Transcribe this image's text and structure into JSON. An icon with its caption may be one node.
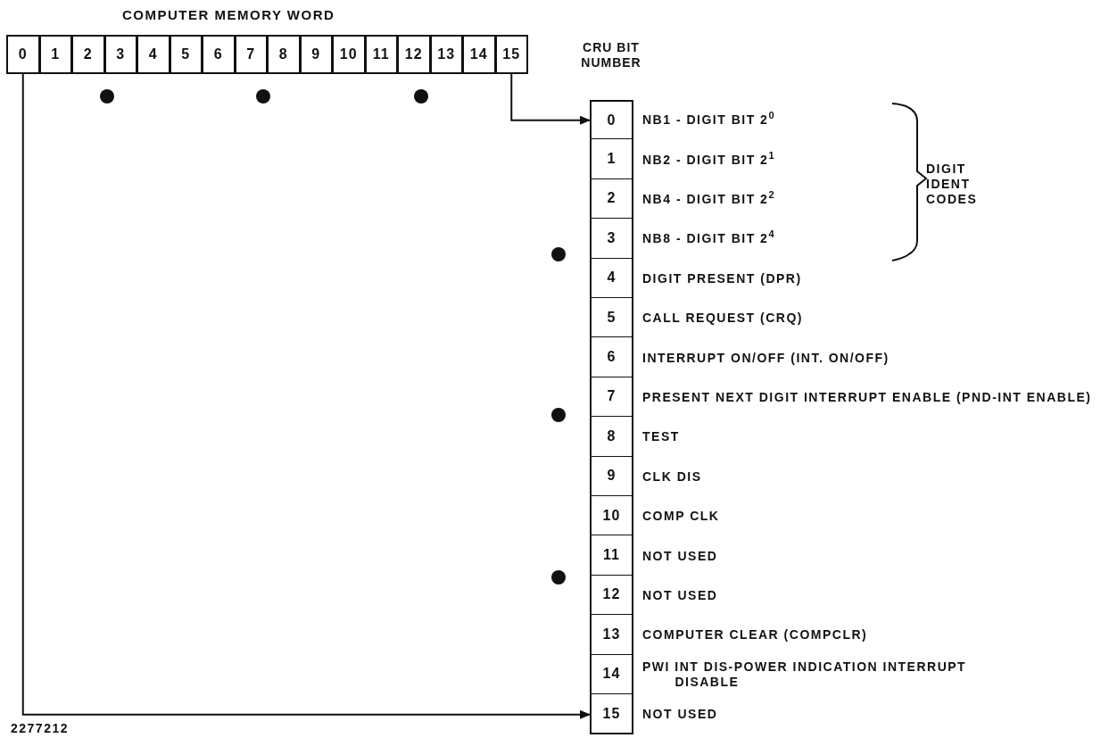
{
  "diagram": {
    "title": "COMPUTER MEMORY WORD",
    "nodes": [
      {
        "text": [
          "0"
        ]
      },
      {
        "text": [
          "1"
        ]
      },
      {
        "text": [
          "2"
        ]
      },
      {
        "text": [
          "3"
        ]
      },
      {
        "text": [
          "4"
        ]
      },
      {
        "text": [
          "5"
        ]
      },
      {
        "text": [
          "6"
        ]
      },
      {
        "text": [
          "7"
        ]
      },
      {
        "text": [
          "8"
        ]
      },
      {
        "text": [
          "9"
        ]
      },
      {
        "text": [
          "10"
        ]
      },
      {
        "text": [
          "11"
        ]
      },
      {
        "text": [
          "12"
        ]
      },
      {
        "text": [
          "13"
        ]
      },
      {
        "text": [
          "14"
        ]
      },
      {
        "text": [
          "15"
        ]
      },
      {
        "text": [
          "0"
        ],
        "beside": [
          "NB1 - DIGIT BIT 2$^{0}$"
        ]
      },
      {
        "text": [
          "1"
        ],
        "beside": [
          "NB2 - DIGIT BIT 2$^{1}$"
        ]
      },
      {
        "text": [
          "2"
        ],
        "beside": [
          "NB4 - DIGIT BIT 2$^{2}$"
        ]
      },
      {
        "text": [
          "3"
        ],
        "beside": [
          "NB8 - DIGIT BIT 2$^{4}$"
        ]
      },
      {
        "text": [
          "4"
        ],
        "beside": [
          "DIGIT PRESENT (DPR)"
        ]
      },
      {
        "text": [
          "5"
        ],
        "beside": [
          "CALL REQUEST (CRQ)"
        ]
      },
      {
        "text": [
          "6"
        ],
        "beside": [
          "INTERRUPT ON/OFF (INT. ON/OFF)"
        ]
      },
      {
        "text": [
          "7"
        ],
        "beside": [
          "PRESENT NEXT DIGIT INTERRUPT ENABLE (PND-INT ENABLE)"
        ]
      },
      {
        "text": [
          "8"
        ],
        "beside": [
          "TEST"
        ]
      },
      {
        "text": [
          "9"
        ],
        "beside": [
          "CLK DIS"
        ]
      },
      {
        "text": [
          "10"
        ],
        "beside": [
          "COMP CLK"
        ]
      },
      {
        "text": [
          "11"
        ],
        "beside": [
          "NOT USED"
        ]
      },
      {
        "text": [
          "12"
        ],
        "beside": [
          "NOT USED"
        ]
      },
      {
        "text": [
          "13"
        ],
        "beside": [
          "COMPUTER CLEAR (COMPCLR)"
        ]
      },
      {
        "text": [
          "14"
        ],
        "beside": [
          "PWI INT DIS-POWER INDICATION INTERRUPT DISABLE"
        ]
      },
      {
        "text": [
          "15"
        ],
        "beside": [
          "NOT USED"
        ]
      }
    ],
    "edges": [
      {
        "from": 15,
        "to": 16,
        "arrow": "to"
      },
      {
        "from": 0,
        "to": 31,
        "arrow": "to"
      }
    ],
    "labels": [
      "CRU BIT NUMBER",
      "DIGIT IDENT CODES",
      "2277212"
    ]
  }
}
